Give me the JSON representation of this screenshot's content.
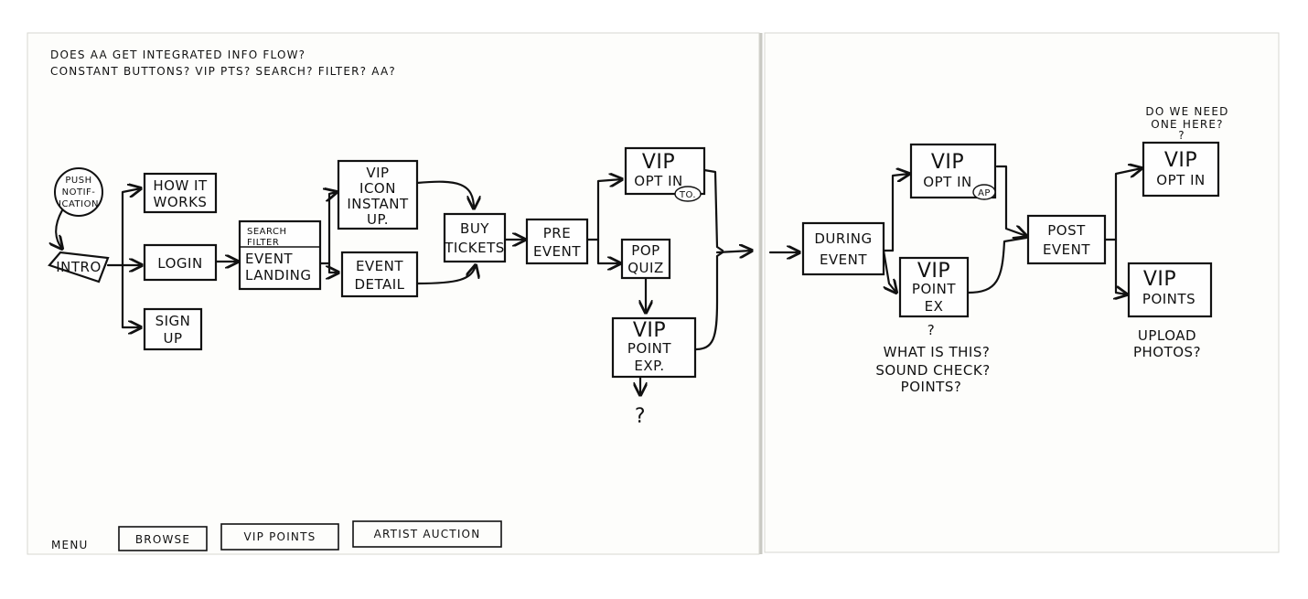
{
  "header": {
    "line1": "DOES AA GET INTEGRATED INFO FLOW?",
    "line2": "CONSTANT BUTTONS? VIP PTS? SEARCH? FILTER? AA?"
  },
  "nodes": {
    "push": [
      "PUSH",
      "NOTIF-",
      "ICATION"
    ],
    "intro": "INTRO",
    "how": [
      "HOW IT",
      "WORKS"
    ],
    "login": "LOGIN",
    "signup": [
      "SIGN",
      "UP"
    ],
    "search": [
      "SEARCH",
      "FILTER"
    ],
    "landing": [
      "EVENT",
      "LANDING"
    ],
    "vipicon": [
      "VIP",
      "ICON",
      "INSTANT",
      "UP."
    ],
    "detail": [
      "EVENT",
      "DETAIL"
    ],
    "buy": [
      "BUY",
      "TICKETS"
    ],
    "pre": [
      "PRE",
      "EVENT"
    ],
    "optin1": [
      "VIP",
      "OPT IN"
    ],
    "optin1_badge": "TO.",
    "popquiz": [
      "POP",
      "QUIZ"
    ],
    "pointexp": [
      "VIP",
      "POINT",
      "EXP."
    ],
    "pointexp_q": "?",
    "during": [
      "DURING",
      "EVENT"
    ],
    "optin2": [
      "VIP",
      "OPT IN"
    ],
    "optin2_badge": "AP",
    "pointex": [
      "VIP",
      "POINT",
      "EX"
    ],
    "post": [
      "POST",
      "EVENT"
    ],
    "optin3": [
      "VIP",
      "OPT IN"
    ],
    "points": [
      "VIP",
      "POINTS"
    ]
  },
  "notes": {
    "what": [
      "?",
      "WHAT IS THIS?",
      "SOUND CHECK?",
      "POINTS?"
    ],
    "need": [
      "DO WE NEED",
      "ONE HERE?",
      "?"
    ],
    "upload": [
      "UPLOAD",
      "PHOTOS?"
    ]
  },
  "menu": {
    "label": "MENU",
    "items": [
      "BROWSE",
      "VIP POINTS",
      "ARTIST AUCTION"
    ]
  }
}
